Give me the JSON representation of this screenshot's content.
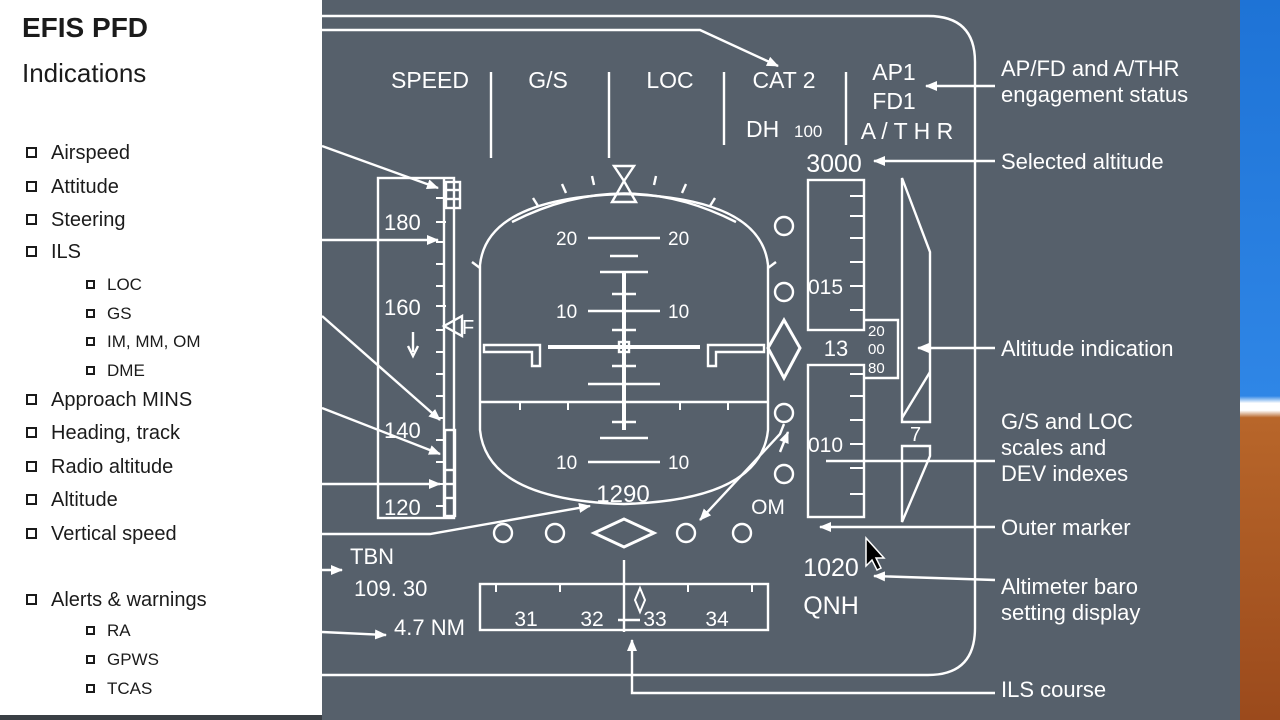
{
  "panel": {
    "title": "EFIS PFD",
    "subtitle": "Indications",
    "items": [
      {
        "label": "Airspeed",
        "level": 0
      },
      {
        "label": "Attitude",
        "level": 0
      },
      {
        "label": "Steering",
        "level": 0
      },
      {
        "label": "ILS",
        "level": 0
      },
      {
        "label": "LOC",
        "level": 1
      },
      {
        "label": "GS",
        "level": 1
      },
      {
        "label": "IM, MM, OM",
        "level": 1
      },
      {
        "label": "DME",
        "level": 1
      },
      {
        "label": "Approach MINS",
        "level": 0
      },
      {
        "label": "Heading, track",
        "level": 0
      },
      {
        "label": "Radio altitude",
        "level": 0
      },
      {
        "label": "Altitude",
        "level": 0
      },
      {
        "label": "Vertical speed",
        "level": 0
      },
      {
        "label": "Alerts & warnings",
        "level": 0
      },
      {
        "label": "RA",
        "level": 1
      },
      {
        "label": "GPWS",
        "level": 1
      },
      {
        "label": "TCAS",
        "level": 1
      }
    ]
  },
  "fma": {
    "speed": "SPEED",
    "gs": "G/S",
    "loc": "LOC",
    "cat": "CAT 2",
    "dh": "DH",
    "dh_value": "100",
    "ap": "AP1",
    "fd": "FD1",
    "athr": "A / T H R"
  },
  "speed_tape": {
    "labels": [
      "180",
      "160",
      "140",
      "120"
    ],
    "target_marker": "F"
  },
  "attitude": {
    "pitch_top": "20",
    "pitch_mid": "10",
    "pitch_bottom": "10",
    "radio_altitude": "1290"
  },
  "altitude": {
    "selected": "3000",
    "upper": "015",
    "lower": "010",
    "hundreds": "13",
    "drum": [
      "20",
      "00",
      "80"
    ],
    "vs": "7",
    "marker": "OM",
    "baro_value": "1020",
    "baro_unit": "QNH"
  },
  "nav": {
    "station": "TBN",
    "frequency": "109. 30",
    "dme": "4.7 NM"
  },
  "heading": {
    "labels": [
      "31",
      "32",
      "33",
      "34"
    ]
  },
  "callouts": {
    "ap_status_line1": "AP/FD and A/THR",
    "ap_status_line2": "engagement status",
    "selected_altitude": "Selected altitude",
    "altitude_indication": "Altitude indication",
    "gs_loc_line1": "G/S and LOC",
    "gs_loc_line2": "scales and",
    "gs_loc_line3": "DEV indexes",
    "outer_marker": "Outer marker",
    "baro_line1": "Altimeter baro",
    "baro_line2": "setting display",
    "ils_course": "ILS course"
  },
  "colors": {
    "background": "#56606b",
    "foreground": "#ffffff",
    "panel": "#ffffff"
  }
}
